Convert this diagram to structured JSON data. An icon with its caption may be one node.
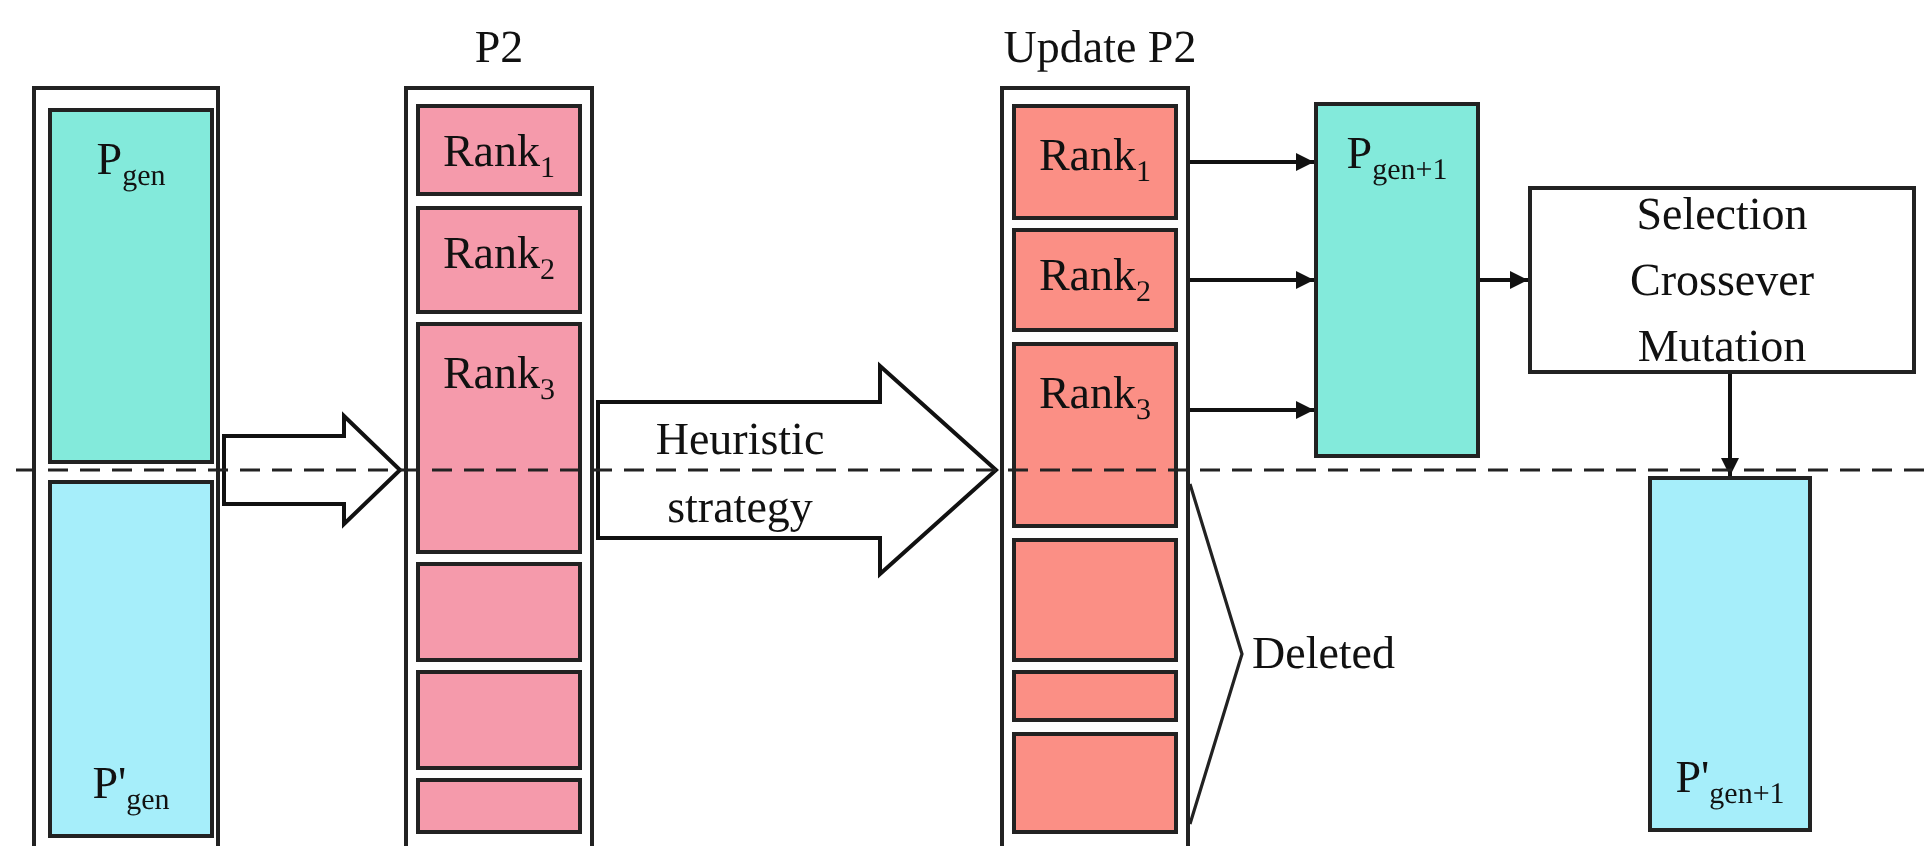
{
  "diagram": {
    "nodes": [
      {
        "text": [],
        "shape": "box"
      },
      {
        "text": [
          "P$_{gen}$"
        ],
        "in": 0
      },
      {
        "text": [
          "P'$_{gen}$"
        ],
        "in": 0
      },
      {
        "text": [
          "P2"
        ]
      },
      {
        "text": [
          "Rank$_{1}$"
        ],
        "in": 3
      },
      {
        "text": [
          "Rank$_{2}$"
        ],
        "in": 3
      },
      {
        "text": [
          "Rank$_{3}$"
        ],
        "in": 3
      },
      {
        "text": [],
        "shape": "box",
        "in": 3
      },
      {
        "text": [],
        "shape": "box",
        "in": 3
      },
      {
        "text": [],
        "shape": "box",
        "in": 3
      },
      {
        "text": [
          "Update P2"
        ]
      },
      {
        "text": [
          "Rank$_{1}$"
        ],
        "in": 10
      },
      {
        "text": [
          "Rank$_{2}$"
        ],
        "in": 10
      },
      {
        "text": [
          "Rank$_{3}$"
        ],
        "in": 10
      },
      {
        "text": [],
        "shape": "box",
        "in": 10
      },
      {
        "text": [],
        "shape": "box",
        "in": 10
      },
      {
        "text": [],
        "shape": "box",
        "in": 10
      },
      {
        "text": [
          "P$_{gen+1}$"
        ]
      },
      {
        "text": [
          "Selection Crossever Mutation"
        ]
      },
      {
        "text": [
          "P'$_{gen+1}$"
        ]
      }
    ],
    "edges": [
      {
        "from": 0,
        "to": 3,
        "arrow": "to",
        "style": "thick"
      },
      {
        "from": 3,
        "to": 10,
        "arrow": "to",
        "label": "Heuristic strategy",
        "style": "thick"
      },
      {
        "from": 11,
        "to": 17,
        "arrow": "to"
      },
      {
        "from": 12,
        "to": 17,
        "arrow": "to"
      },
      {
        "from": 13,
        "to": 17,
        "arrow": "to"
      },
      {
        "from": 17,
        "to": 18,
        "arrow": "to"
      },
      {
        "from": 18,
        "to": 19,
        "arrow": "to"
      }
    ],
    "labels": [
      "Deleted"
    ]
  }
}
